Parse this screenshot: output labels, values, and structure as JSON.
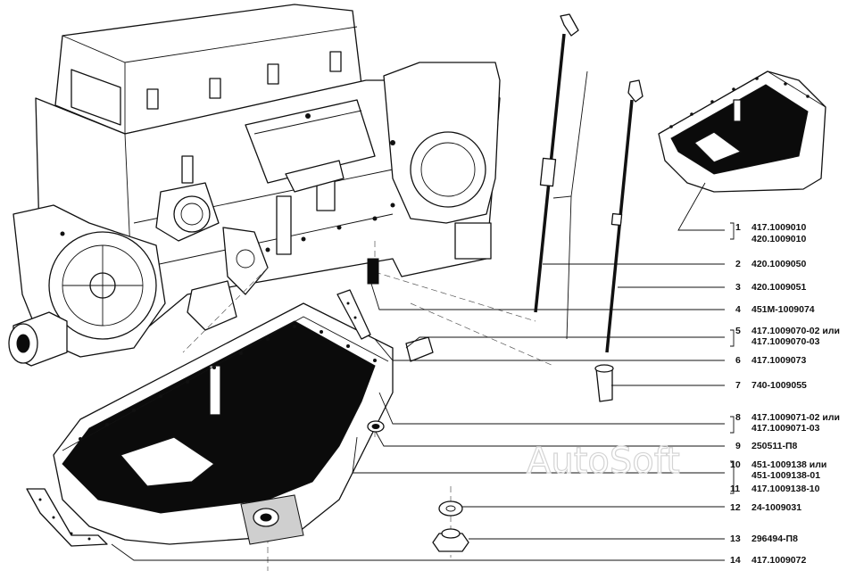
{
  "watermark": "AutoSoft",
  "callouts": [
    {
      "num": "1",
      "part": "417.1009010"
    },
    {
      "num": "",
      "part": "420.1009010"
    },
    {
      "num": "2",
      "part": "420.1009050"
    },
    {
      "num": "3",
      "part": "420.1009051"
    },
    {
      "num": "4",
      "part": "451М-1009074"
    },
    {
      "num": "5",
      "part": "417.1009070-02 или"
    },
    {
      "num": "",
      "part": "417.1009070-03"
    },
    {
      "num": "6",
      "part": "417.1009073"
    },
    {
      "num": "7",
      "part": "740-1009055"
    },
    {
      "num": "8",
      "part": "417.1009071-02 или"
    },
    {
      "num": "",
      "part": "417.1009071-03"
    },
    {
      "num": "9",
      "part": "250511-П8"
    },
    {
      "num": "10",
      "part": "451-1009138 или"
    },
    {
      "num": "",
      "part": "451-1009138-01"
    },
    {
      "num": "11",
      "part": "417.1009138-10"
    },
    {
      "num": "12",
      "part": "24-1009031"
    },
    {
      "num": "13",
      "part": "296494-П8"
    },
    {
      "num": "14",
      "part": "417.1009072"
    }
  ]
}
